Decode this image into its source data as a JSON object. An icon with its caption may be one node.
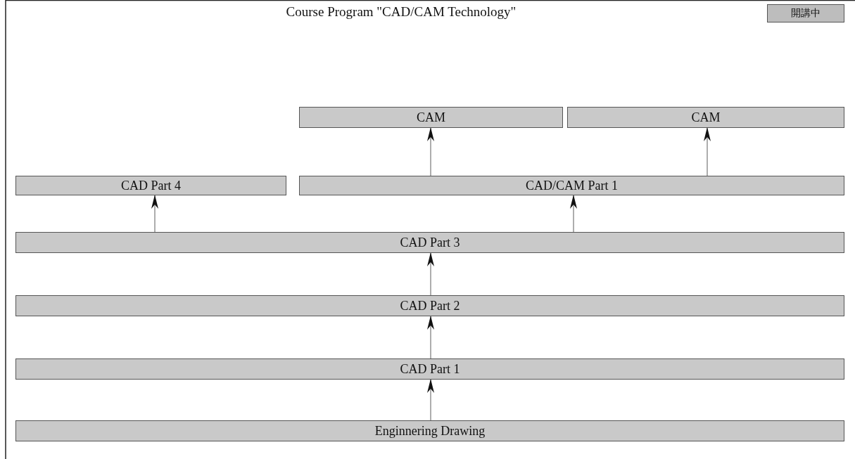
{
  "diagram": {
    "title": "Course Program \"CAD/CAM Technology\"",
    "nodes": [
      {
        "text": [
          "開講中"
        ]
      },
      {
        "text": [
          "CAM"
        ]
      },
      {
        "text": [
          "CAM"
        ]
      },
      {
        "text": [
          "CAD Part 4"
        ]
      },
      {
        "text": [
          "CAD/CAM Part 1"
        ]
      },
      {
        "text": [
          "CAD Part 3"
        ]
      },
      {
        "text": [
          "CAD Part 2"
        ]
      },
      {
        "text": [
          "CAD Part 1"
        ]
      },
      {
        "text": [
          "Enginnering Drawing"
        ]
      }
    ],
    "edges": [
      {
        "from": 8,
        "to": 7,
        "arrow": "to"
      },
      {
        "from": 7,
        "to": 6,
        "arrow": "to"
      },
      {
        "from": 6,
        "to": 5,
        "arrow": "to"
      },
      {
        "from": 5,
        "to": 3,
        "arrow": "to"
      },
      {
        "from": 5,
        "to": 4,
        "arrow": "to"
      },
      {
        "from": 4,
        "to": 1,
        "arrow": "to"
      },
      {
        "from": 4,
        "to": 2,
        "arrow": "to"
      }
    ]
  }
}
